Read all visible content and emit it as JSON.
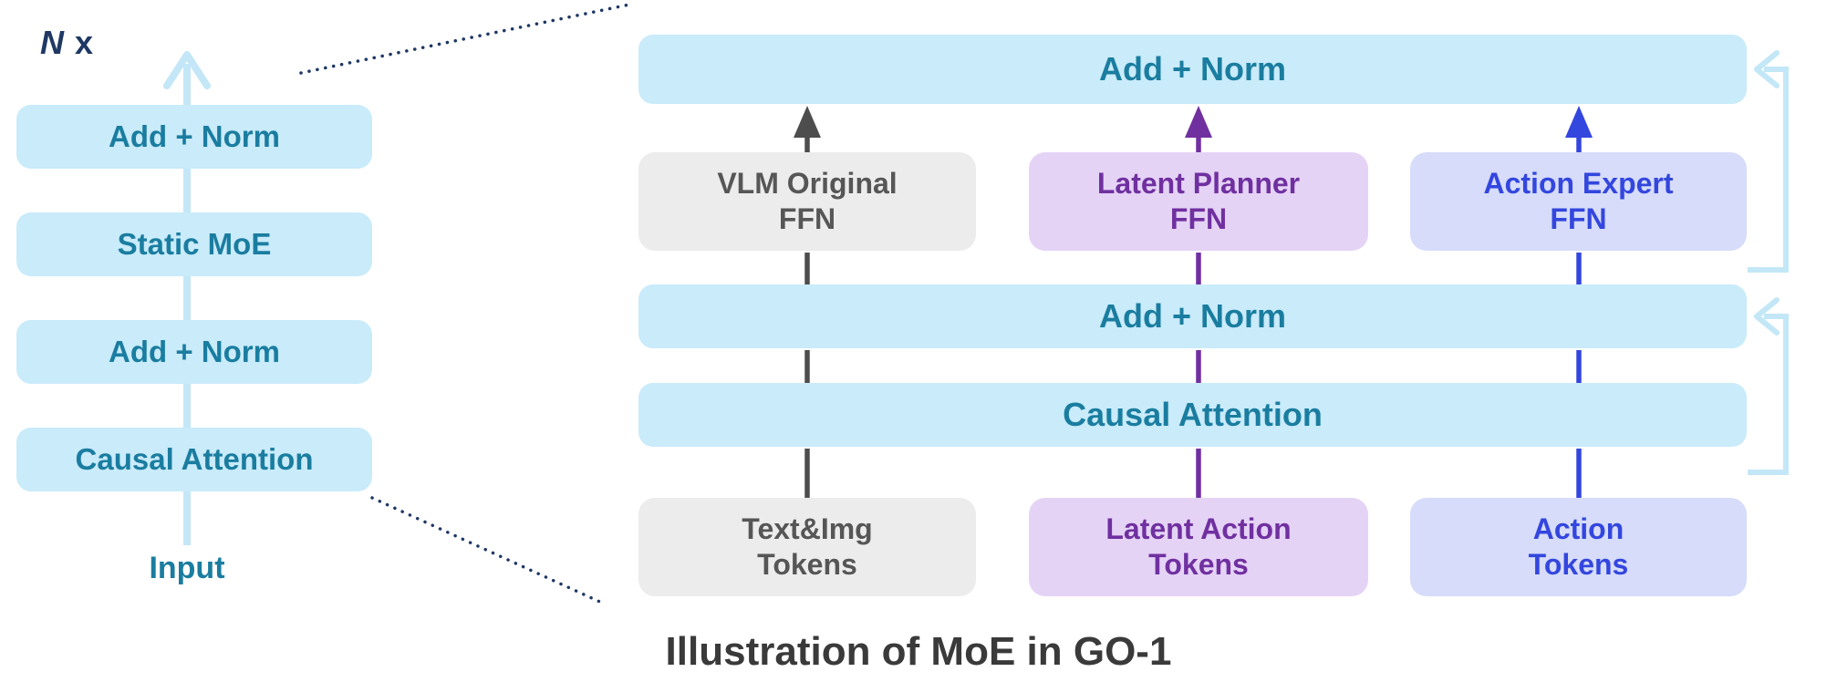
{
  "caption": "Illustration of MoE in GO-1",
  "left_diagram": {
    "repeat_n": "N",
    "repeat_x": "x",
    "input_label": "Input",
    "blocks": [
      {
        "label": "Add + Norm"
      },
      {
        "label": "Static MoE"
      },
      {
        "label": "Add + Norm"
      },
      {
        "label": "Causal Attention"
      }
    ]
  },
  "right_diagram": {
    "add_norm_top": "Add + Norm",
    "add_norm_mid": "Add + Norm",
    "causal_attention": "Causal Attention",
    "experts": [
      {
        "label": "VLM Original\nFFN",
        "fill": "#ECECEC",
        "text_color": "#565656"
      },
      {
        "label": "Latent Planner\nFFN",
        "fill": "#E5D3F6",
        "text_color": "#7030A0"
      },
      {
        "label": "Action Expert\nFFN",
        "fill": "#D6DCF9",
        "text_color": "#3346DE"
      }
    ],
    "tokens": [
      {
        "label": "Text&Img\nTokens",
        "fill": "#ECECEC",
        "text_color": "#565656"
      },
      {
        "label": "Latent Action\nTokens",
        "fill": "#E5D3F6",
        "text_color": "#7030A0"
      },
      {
        "label": "Action\nTokens",
        "fill": "#D6DCF9",
        "text_color": "#3346DE"
      }
    ]
  },
  "colors": {
    "block_fill_blue": "#C9EBFA",
    "block_text_teal": "#1A7DA0",
    "flow_line_pale_blue": "#C3E7F7",
    "arrow_gray": "#4D4D4D",
    "arrow_purple": "#7030A0",
    "arrow_blue": "#3346DE",
    "dotted_line_navy": "#1F3864",
    "caption_text": "#3A3A3A"
  }
}
